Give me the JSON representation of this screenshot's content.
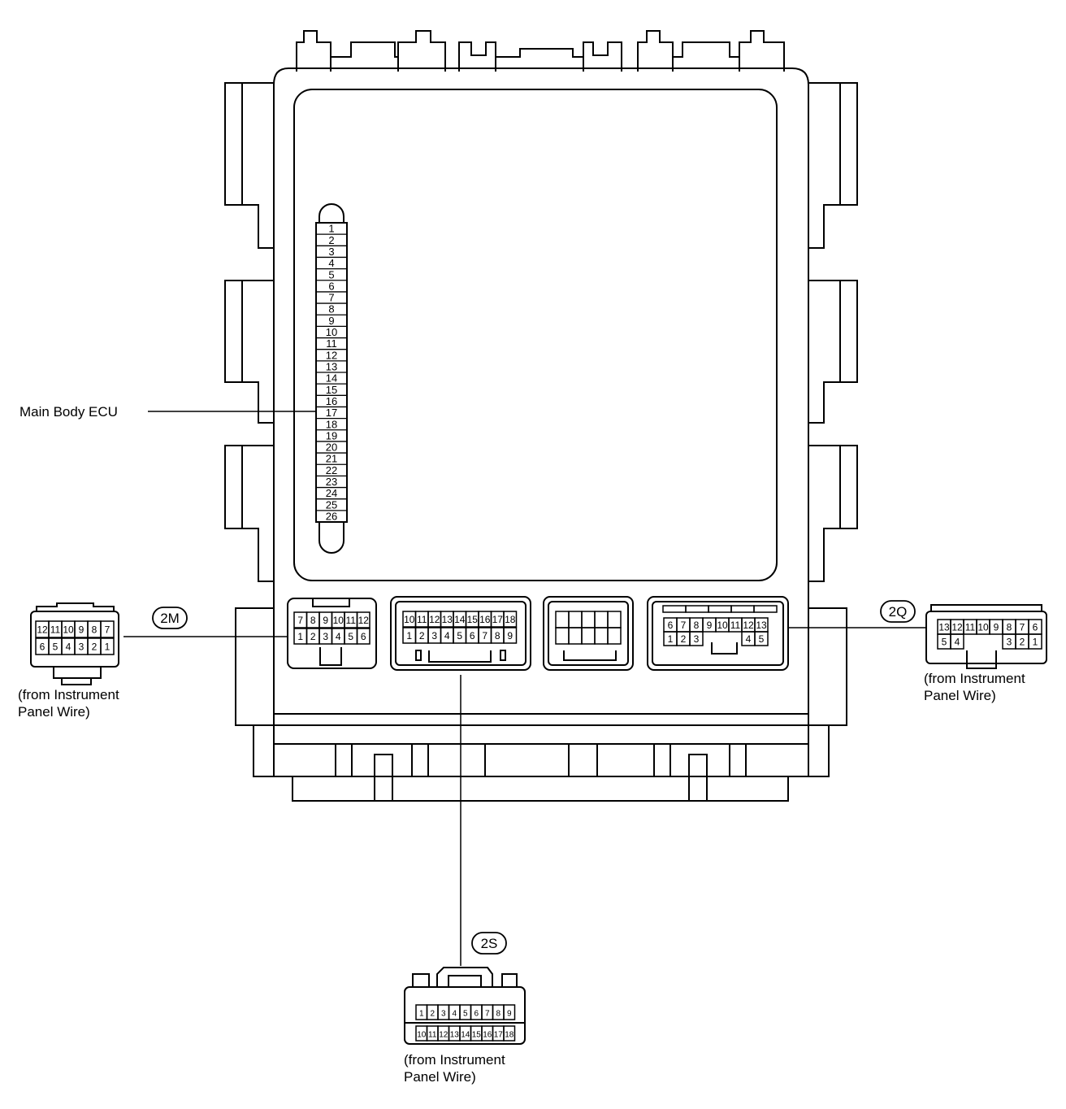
{
  "labels": {
    "main_body_ecu": "Main Body ECU",
    "from_line1": "(from Instrument",
    "from_line2": "Panel Wire)"
  },
  "connectors": {
    "c2M": {
      "tag": "2M",
      "top_pins": [
        "12",
        "11",
        "10",
        "9",
        "8",
        "7"
      ],
      "bottom_pins": [
        "6",
        "5",
        "4",
        "3",
        "2",
        "1"
      ]
    },
    "c2Q": {
      "tag": "2Q",
      "top_pins": [
        "13",
        "12",
        "11",
        "10",
        "9",
        "8",
        "7",
        "6"
      ],
      "bottom_pins": [
        "5",
        "4",
        "3",
        "2",
        "1"
      ]
    },
    "c2S": {
      "tag": "2S",
      "top_pins": [
        "1",
        "2",
        "3",
        "4",
        "5",
        "6",
        "7",
        "8",
        "9"
      ],
      "bottom_pins": [
        "10",
        "11",
        "12",
        "13",
        "14",
        "15",
        "16",
        "17",
        "18"
      ]
    }
  },
  "ecu_ports": {
    "port_2M": {
      "top_pins": [
        "7",
        "8",
        "9",
        "10",
        "11",
        "12"
      ],
      "bottom_pins": [
        "1",
        "2",
        "3",
        "4",
        "5",
        "6"
      ]
    },
    "port_2S": {
      "top_pins": [
        "10",
        "11",
        "12",
        "13",
        "14",
        "15",
        "16",
        "17",
        "18"
      ],
      "bottom_pins": [
        "1",
        "2",
        "3",
        "4",
        "5",
        "6",
        "7",
        "8",
        "9"
      ]
    },
    "port_2Q": {
      "top_pins": [
        "6",
        "7",
        "8",
        "9",
        "10",
        "11",
        "12",
        "13"
      ],
      "bottom_pins": [
        "1",
        "2",
        "3",
        "4",
        "5"
      ]
    }
  },
  "fuse_strip": [
    "1",
    "2",
    "3",
    "4",
    "5",
    "6",
    "7",
    "8",
    "9",
    "10",
    "11",
    "12",
    "13",
    "14",
    "15",
    "16",
    "17",
    "18",
    "19",
    "20",
    "21",
    "22",
    "23",
    "24",
    "25",
    "26"
  ]
}
